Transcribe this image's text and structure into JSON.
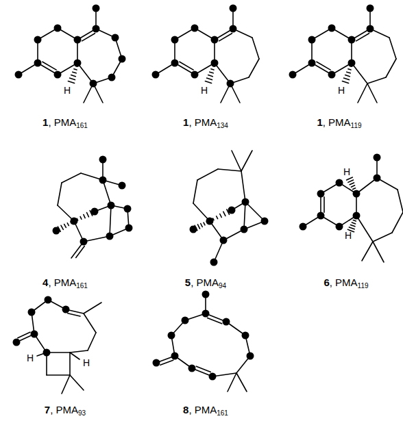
{
  "diagram": {
    "labels": [
      "H",
      "H",
      "H",
      "1, PMA161",
      "1, PMA134",
      "1, PMA119",
      "H",
      "H",
      "4, PMA161",
      "5, PMA94",
      "6, PMA119",
      "H",
      "H",
      "7, PMA93",
      "8, PMA161"
    ]
  }
}
